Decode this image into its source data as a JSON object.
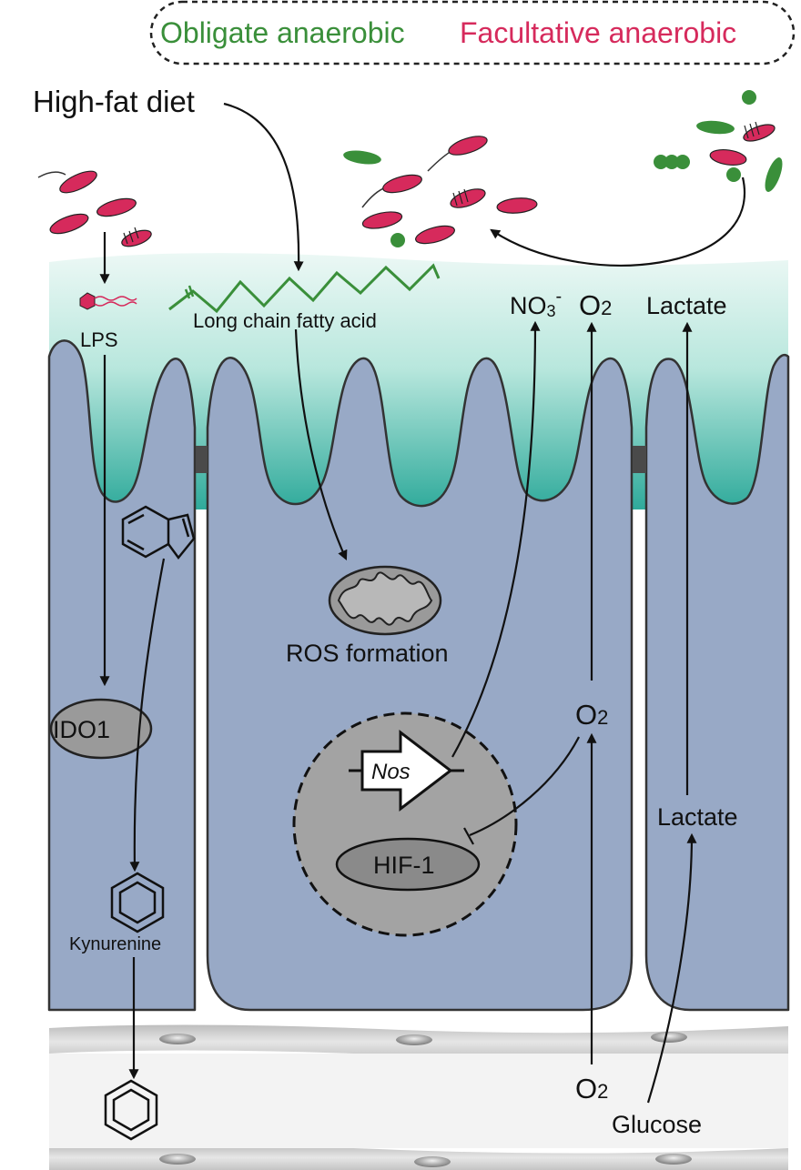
{
  "legend": {
    "obligate": "Obligate anaerobic",
    "facultative": "Facultative anaerobic",
    "obligate_color": "#3a8f3a",
    "facultative_color": "#d62a5c"
  },
  "labels": {
    "high_fat_diet": "High-fat diet",
    "lps": "LPS",
    "long_chain_fatty_acid": "Long chain fatty acid",
    "nitrate_base": "NO",
    "nitrate_sub": "3",
    "nitrate_sup": "-",
    "oxygen_base": "O",
    "oxygen_sub": "2",
    "lactate": "Lactate",
    "ros_formation": "ROS formation",
    "ido1": "IDO1",
    "nos": "Nos",
    "hif1": "HIF-1",
    "kynurenine": "Kynurenine",
    "glucose": "Glucose"
  },
  "colors": {
    "mucus_top": "#e6f6f2",
    "mucus_bottom": "#43b8a9",
    "cell": "#98a9c6",
    "cell_outline": "#333333",
    "junction": "#4a4a4a",
    "nucleus": "#a3a3a3",
    "organelle": "#9a9a9a",
    "membrane": "#c8c8c8"
  }
}
